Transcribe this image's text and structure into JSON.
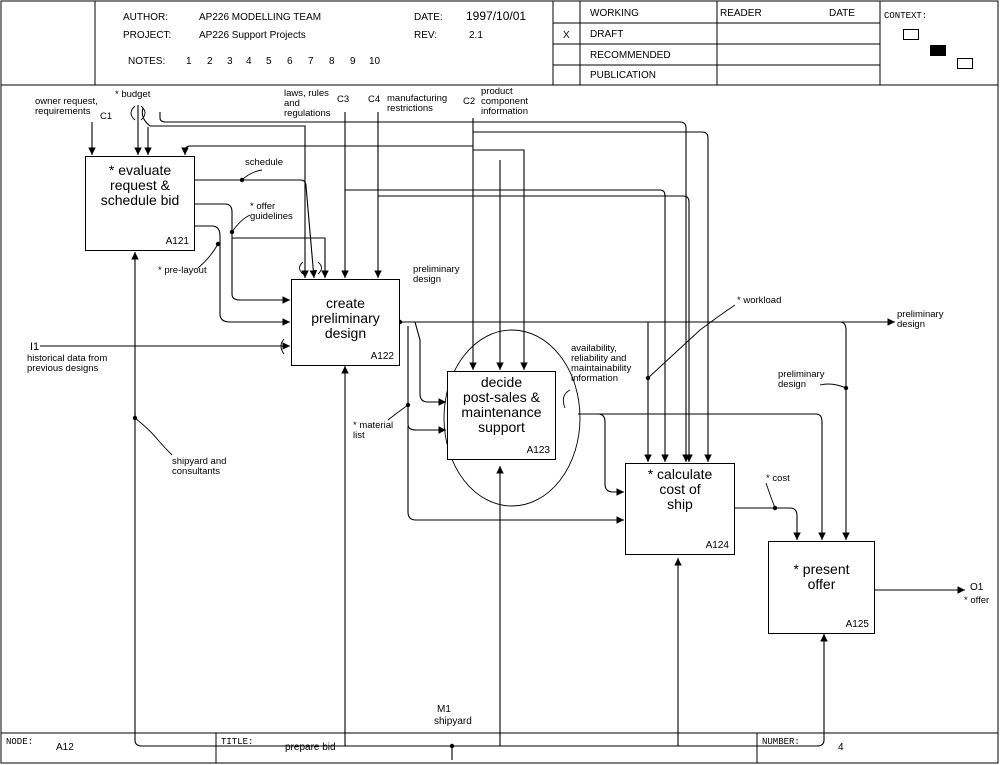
{
  "header": {
    "author_label": "AUTHOR:",
    "author": "AP226  MODELLING TEAM",
    "project_label": "PROJECT:",
    "project": "AP226 Support Projects",
    "notes_label": "NOTES:",
    "notes": [
      "1",
      "2",
      "3",
      "4",
      "5",
      "6",
      "7",
      "8",
      "9",
      "10"
    ],
    "date_label": "DATE:",
    "date": "1997/10/01",
    "rev_label": "REV:",
    "rev": "2.1",
    "status_mark": "X",
    "status": [
      "WORKING",
      "DRAFT",
      "RECOMMENDED",
      "PUBLICATION"
    ],
    "reader_label": "READER",
    "reader_date_label": "DATE",
    "context_label": "CONTEXT:"
  },
  "boxes": [
    {
      "name": "* evaluate\nrequest &\nschedule bid",
      "id": "A121"
    },
    {
      "name": "create\npreliminary\ndesign",
      "id": "A122"
    },
    {
      "name": "decide\npost-sales &\nmaintenance\nsupport",
      "id": "A123"
    },
    {
      "name": "* calculate\ncost of\nship",
      "id": "A124"
    },
    {
      "name": "* present\noffer",
      "id": "A125"
    }
  ],
  "labels": {
    "owner_request": "owner request,\nrequirements",
    "c1": "C1",
    "budget": "* budget",
    "laws": "laws, rules\nand\nregulations",
    "c3": "C3",
    "c4": "C4",
    "manufacturing": "manufacturing\nrestrictions",
    "c2": "C2",
    "product_info": "product\ncomponent\ninformation",
    "schedule": "schedule",
    "offer_guidelines": "* offer\nguidelines",
    "pre_layout": "* pre-layout",
    "preliminary_design_top": "preliminary\ndesign",
    "preliminary_design_out": "preliminary\ndesign",
    "workload": "* workload",
    "availability": "availability,\nreliability and\nmaintainability\ninformation",
    "preliminary_design_right": "preliminary\ndesign",
    "i1": "I1",
    "historical": "historical data from\nprevious designs",
    "material_list": "* material\nlist",
    "shipyard_consultants": "shipyard and\nconsultants",
    "cost": "* cost",
    "o1": "O1",
    "offer": "* offer",
    "m1": "M1",
    "shipyard": "shipyard"
  },
  "footer": {
    "node_label": "NODE:",
    "node": "A12",
    "title_label": "TITLE:",
    "title": "prepare bid",
    "number_label": "NUMBER:",
    "number": "4"
  }
}
